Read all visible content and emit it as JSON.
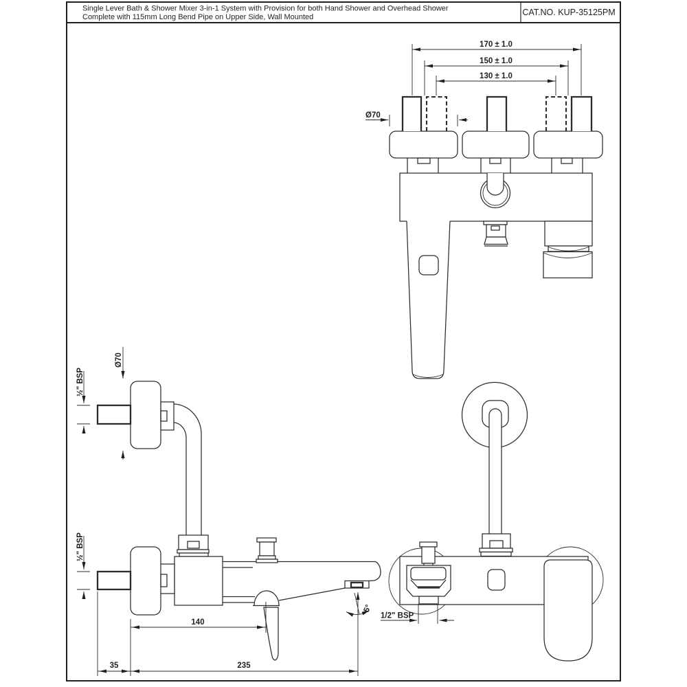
{
  "sheet": {
    "background": "#ffffff",
    "line_color": "#2b2b2b",
    "title_block": {
      "description_line1": "Single Lever Bath & Shower Mixer 3-in-1 System with Provision for both Hand Shower and Overhead Shower",
      "description_line2": "Complete with 115mm Long Bend Pipe on Upper Side, Wall Mounted",
      "catalog_label": "CAT.NO. KUP-35125PM"
    },
    "dimensions": {
      "pitch_outer": "170 ± 1.0",
      "pitch_middle": "150 ± 1.0",
      "pitch_inner": "130 ± 1.0",
      "flange_dia_plan": "Ø70",
      "flange_dia_side": "Ø70",
      "inlet_thread_top": "½\" BSP",
      "inlet_thread_bottom": "½\" BSP",
      "handshower_outlet_thread": "1/2\" BSP",
      "handle_center_distance": "140",
      "wall_clearance": "35",
      "spout_reach": "235",
      "spout_angle": "5°"
    }
  }
}
